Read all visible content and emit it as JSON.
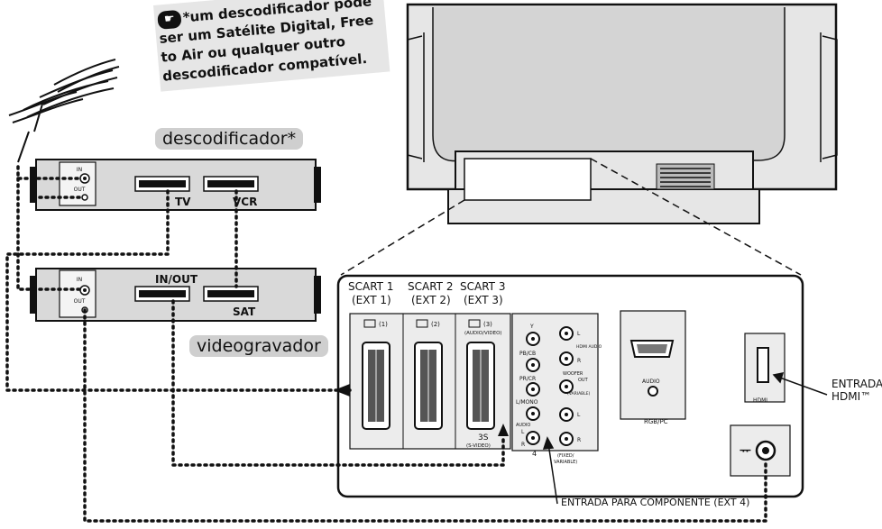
{
  "note": {
    "lines": [
      "*um descodificador pode",
      "ser um Satélite Digital, Free",
      "to Air ou qualquer outro",
      "descodificador compatível."
    ]
  },
  "decoder": {
    "title": "descodificador*",
    "in_label": "IN",
    "out_label": "OUT",
    "tv_label": "TV",
    "vcr_label": "VCR"
  },
  "vcr": {
    "title": "videogravador",
    "in_label": "IN",
    "out_label": "OUT",
    "inout_label": "IN/OUT",
    "sat_label": "SAT"
  },
  "panel": {
    "scart1": [
      "SCART 1",
      "(EXT 1)"
    ],
    "scart2": [
      "SCART 2",
      "(EXT 2)"
    ],
    "scart3": [
      "SCART 3",
      "(EXT 3)"
    ],
    "icon1": "(1)",
    "icon2": "(2)",
    "icon3": "(3)",
    "audio_video": "(AUDIO/VIDEO)",
    "s3": "3S",
    "svideo": "(S-VIDEO)",
    "y": "Y",
    "pb": "PB/CB",
    "pr": "PR/CR",
    "lmono": "L/MONO",
    "audio": "AUDIO",
    "l": "L",
    "r": "R",
    "four": "4",
    "hdmi_audio": "HDMI AUDIO",
    "woofer": [
      "WOOFER",
      "OUT",
      "(VARIABLE)"
    ],
    "fixed": [
      "(FIXED/",
      "VARIABLE)"
    ],
    "rgb_audio": "AUDIO",
    "rgbpc": "RGB/PC",
    "hdmi": "HDMI"
  },
  "callouts": {
    "hdmi_in": [
      "ENTRADA",
      "HDMI™"
    ],
    "component": "ENTRADA PARA COMPONENTE (EXT 4)"
  }
}
